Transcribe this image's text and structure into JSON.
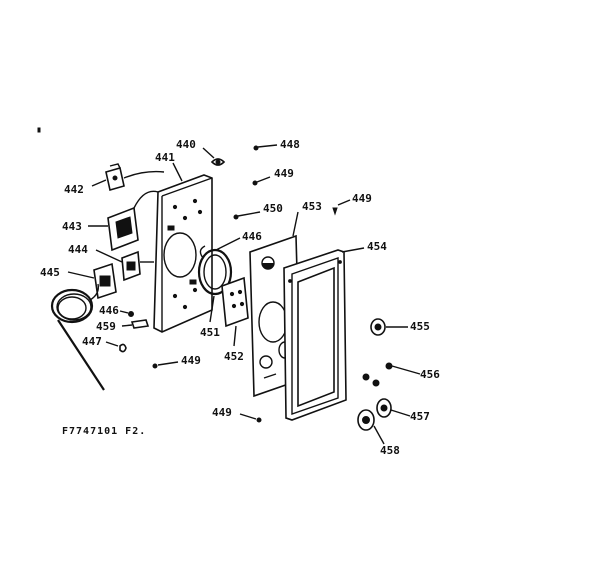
{
  "figure_code": "F7747101 F2.",
  "callouts": {
    "c440": "440",
    "c441": "441",
    "c442": "442",
    "c443": "443",
    "c444": "444",
    "c445": "445",
    "c446a": "446",
    "c446b": "446",
    "c447": "447",
    "c448": "448",
    "c449a": "449",
    "c449b": "449",
    "c449c": "449",
    "c449d": "449",
    "c450": "450",
    "c451": "451",
    "c452": "452",
    "c453": "453",
    "c454": "454",
    "c455": "455",
    "c456": "456",
    "c457": "457",
    "c458": "458",
    "c459": "459"
  }
}
